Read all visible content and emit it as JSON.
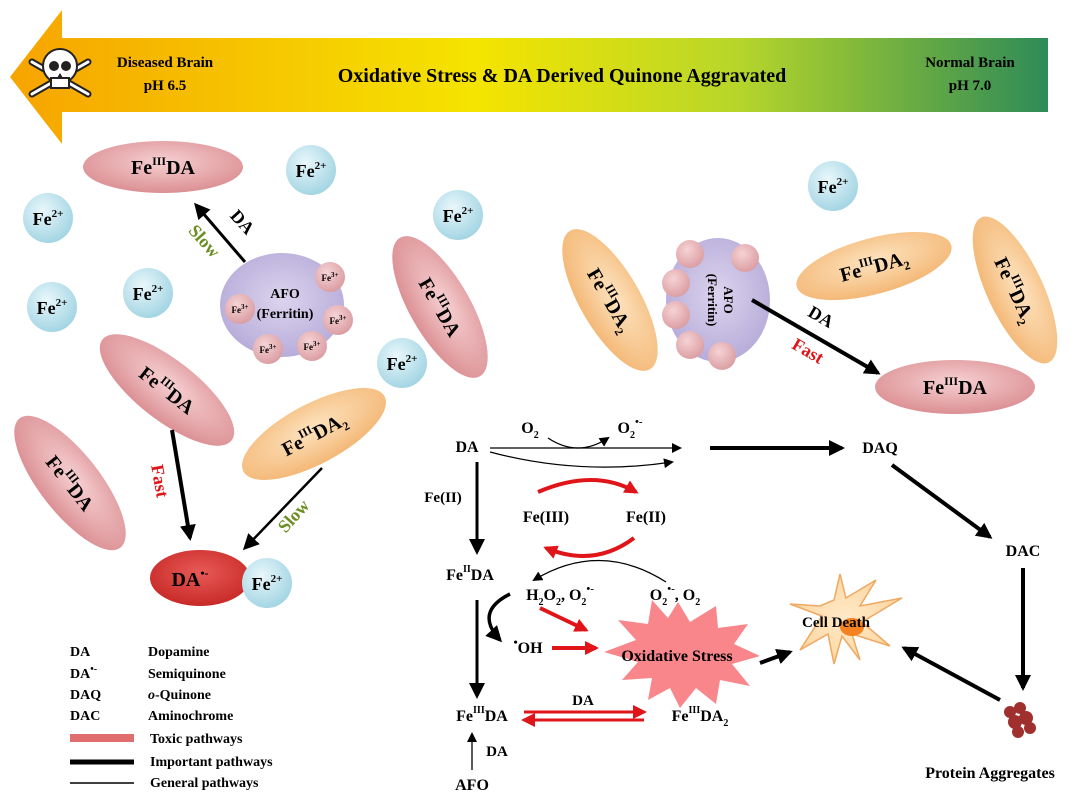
{
  "banner": {
    "left_label_1": "Diseased Brain",
    "left_label_2": "pH 6.5",
    "title": "Oxidative Stress & DA Derived Quinone Aggravated",
    "right_label_1": "Normal Brain",
    "right_label_2": "pH 7.0",
    "colors": {
      "left": "#f7a400",
      "mid": "#f5e600",
      "right": "#2e8b57"
    }
  },
  "ions": {
    "fe2": "Fe",
    "fe2_sup": "2+",
    "fe3_sup": "3+"
  },
  "complexes": {
    "fe_base": "Fe",
    "roman_three": "III",
    "roman_two": "II",
    "da": "DA",
    "sub_two": "2"
  },
  "afo_left": {
    "line1": "AFO",
    "line2": "(Ferritin)"
  },
  "afo_right": {
    "line1": "AFO",
    "line2": "(Ferritin)"
  },
  "arrows": {
    "da": "DA",
    "slow": "Slow",
    "fast": "Fast"
  },
  "semiquinone": {
    "base": "DA",
    "sup": "•-"
  },
  "pathway": {
    "da": "DA",
    "o2": "O",
    "o2_sub": "2",
    "superoxide_sup": "•-",
    "daq": "DAQ",
    "dac": "DAC",
    "fe_ii": "Fe(II)",
    "fe_iii": "Fe(III)",
    "h2o2": "H",
    "h_sub": "2",
    "o_sub": "2",
    "comma": ",",
    "oh": "OH",
    "oh_dot": "•",
    "oxidative_stress": "Oxidative Stress",
    "cell_death": "Cell Death",
    "protein_aggregates": "Protein Aggregates",
    "afo": "AFO"
  },
  "legend": {
    "rows": [
      {
        "abbr": "DA",
        "desc": "Dopamine"
      },
      {
        "abbr": "DA",
        "sup": "•-",
        "desc": "Semiquinone"
      },
      {
        "abbr": "DAQ",
        "desc_prefix": "o",
        "desc": "-Quinone"
      },
      {
        "abbr": "DAC",
        "desc": "Aminochrome"
      }
    ],
    "lines": [
      {
        "label": "Toxic pathways",
        "color": "#e0151a"
      },
      {
        "label": "Important  pathways",
        "color": "#000000"
      },
      {
        "label": "General pathways",
        "color": "#000000"
      }
    ]
  }
}
